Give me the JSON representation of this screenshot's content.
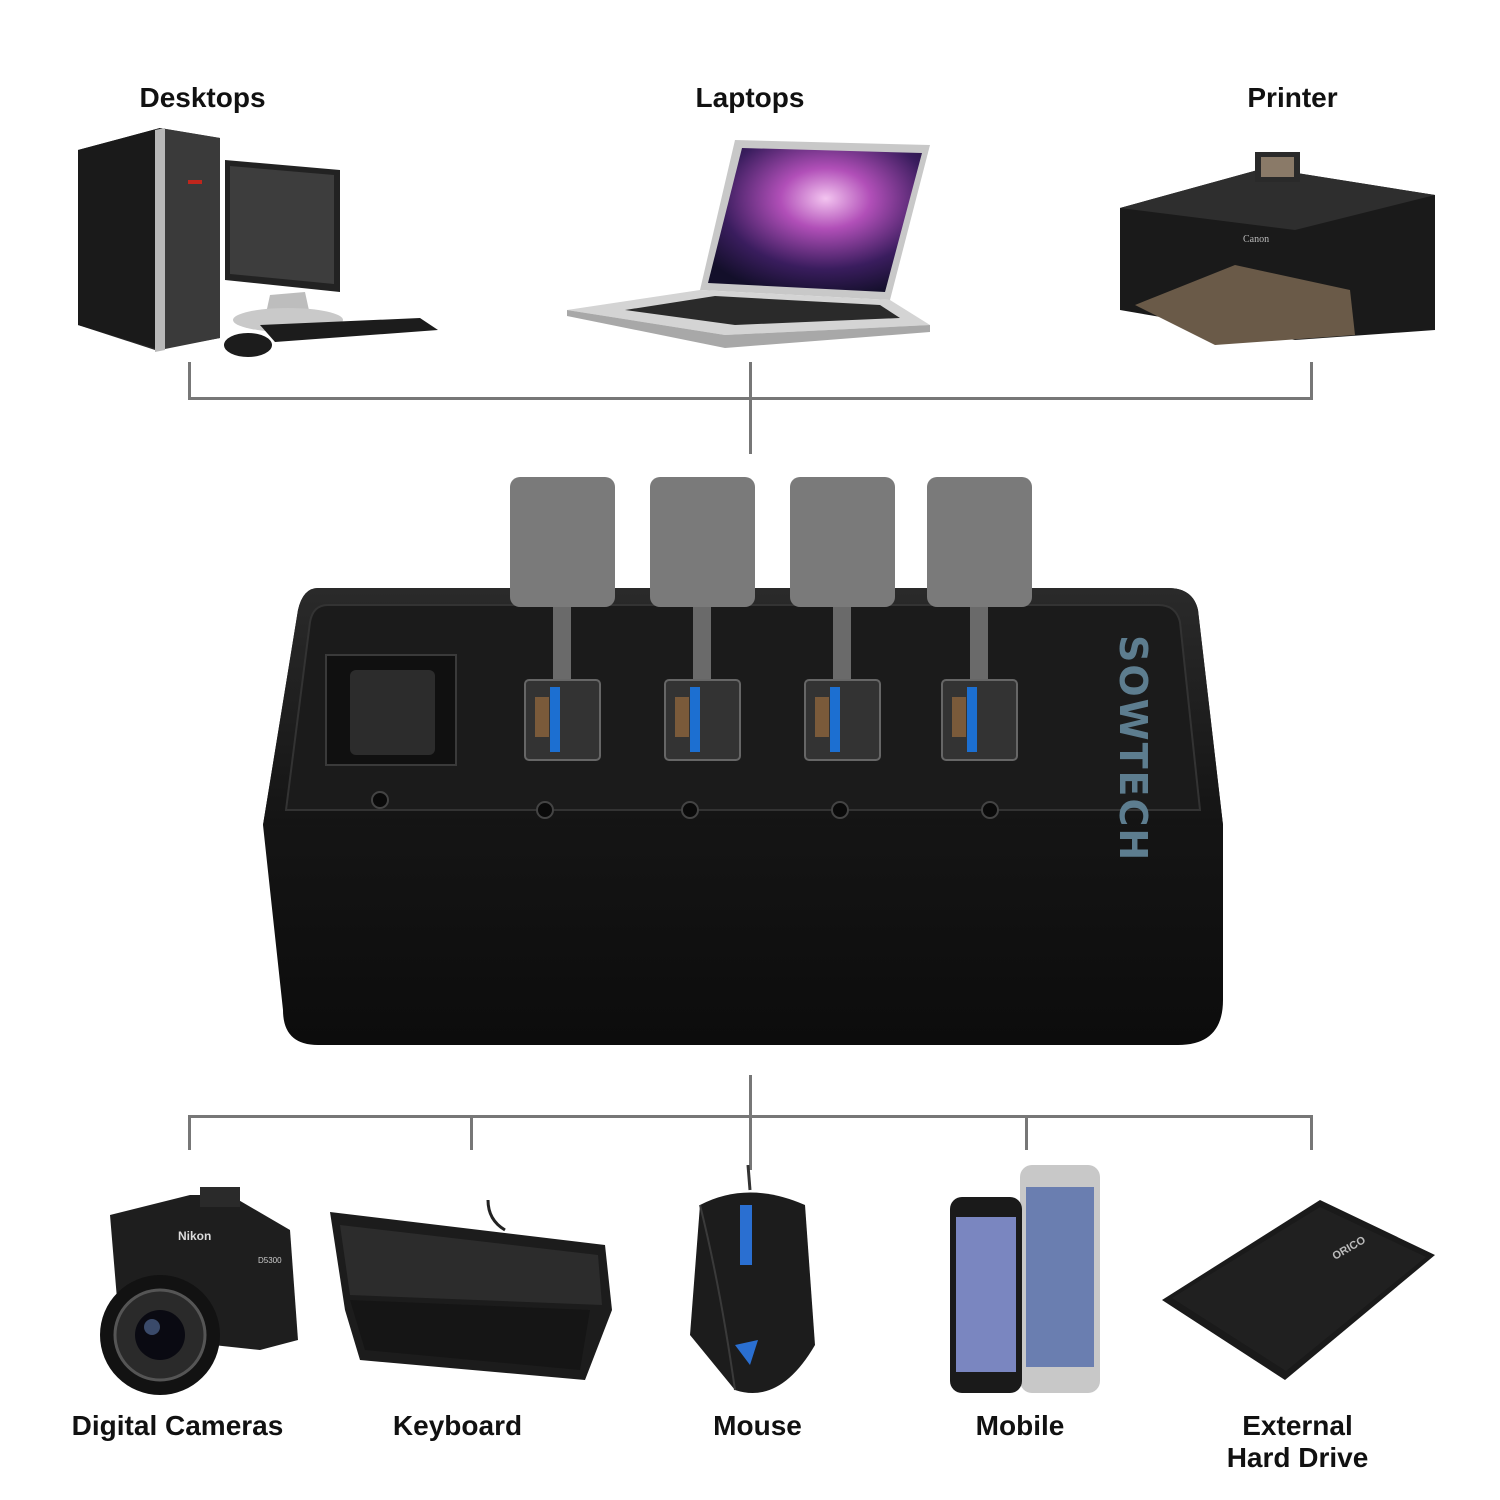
{
  "sources": {
    "desktops": "Desktops",
    "laptops": "Laptops",
    "printer": "Printer"
  },
  "hub": {
    "brand": "SOWTECH",
    "port_count": 4,
    "port_color": "#1c6fd1"
  },
  "devices": {
    "cameras": "Digital Cameras",
    "keyboard": "Keyboard",
    "mouse": "Mouse",
    "mobile": "Mobile",
    "hdd_line1": "External",
    "hdd_line2": "Hard Drive"
  },
  "device_marks": {
    "camera_brand": "Nikon",
    "camera_model": "D5300",
    "printer_brand": "Canon",
    "hdd_brand": "ORICO"
  },
  "colors": {
    "connector_line": "#777777",
    "hub_body": "#1b1b1b",
    "cable_head": "#7a7a7a"
  }
}
